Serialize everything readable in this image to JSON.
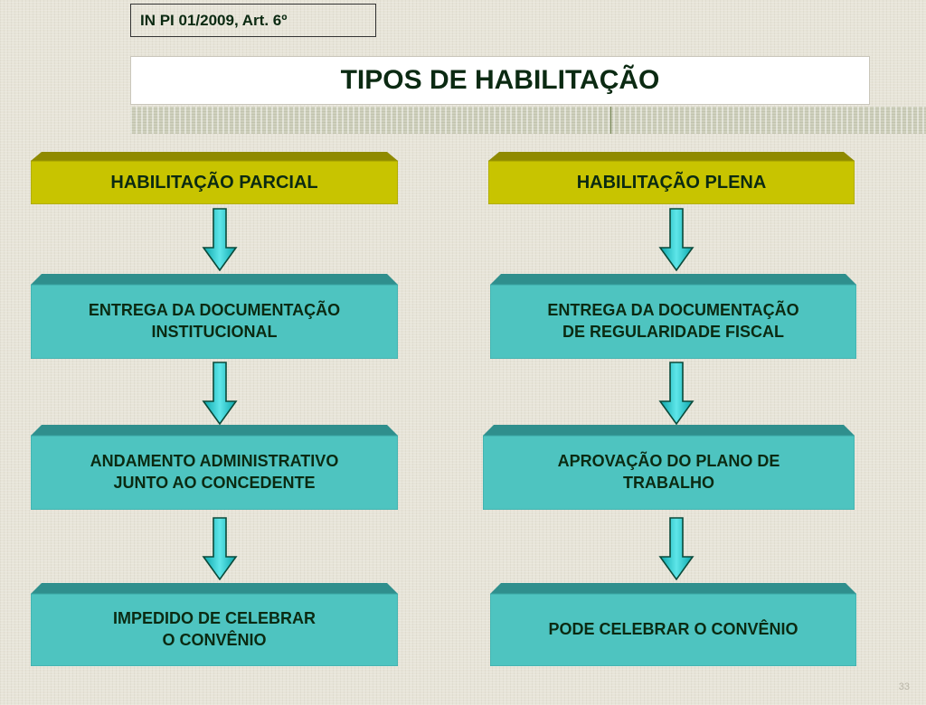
{
  "header": {
    "reference": "IN  PI 01/2009,  Art. 6º",
    "title": "TIPOS DE HABILITAÇÃO"
  },
  "diagram": {
    "left": {
      "heading": "HABILITAÇÃO PARCIAL",
      "steps": [
        "ENTREGA DA DOCUMENTAÇÃO\nINSTITUCIONAL",
        "ANDAMENTO ADMINISTRATIVO\nJUNTO AO CONCEDENTE",
        "IMPEDIDO DE CELEBRAR\nO CONVÊNIO"
      ]
    },
    "right": {
      "heading": "HABILITAÇÃO PLENA",
      "steps": [
        "ENTREGA DA DOCUMENTAÇÃO\nDE REGULARIDADE FISCAL",
        "APROVAÇÃO DO PLANO DE\nTRABALHO",
        "PODE CELEBRAR O CONVÊNIO"
      ]
    }
  },
  "footer": {
    "slide_number": "33"
  },
  "colors": {
    "heading_fill": "#c8c400",
    "step_fill": "#4ec4c0",
    "arrow_fill": "#22c4c8",
    "text": "#0b2a12"
  }
}
